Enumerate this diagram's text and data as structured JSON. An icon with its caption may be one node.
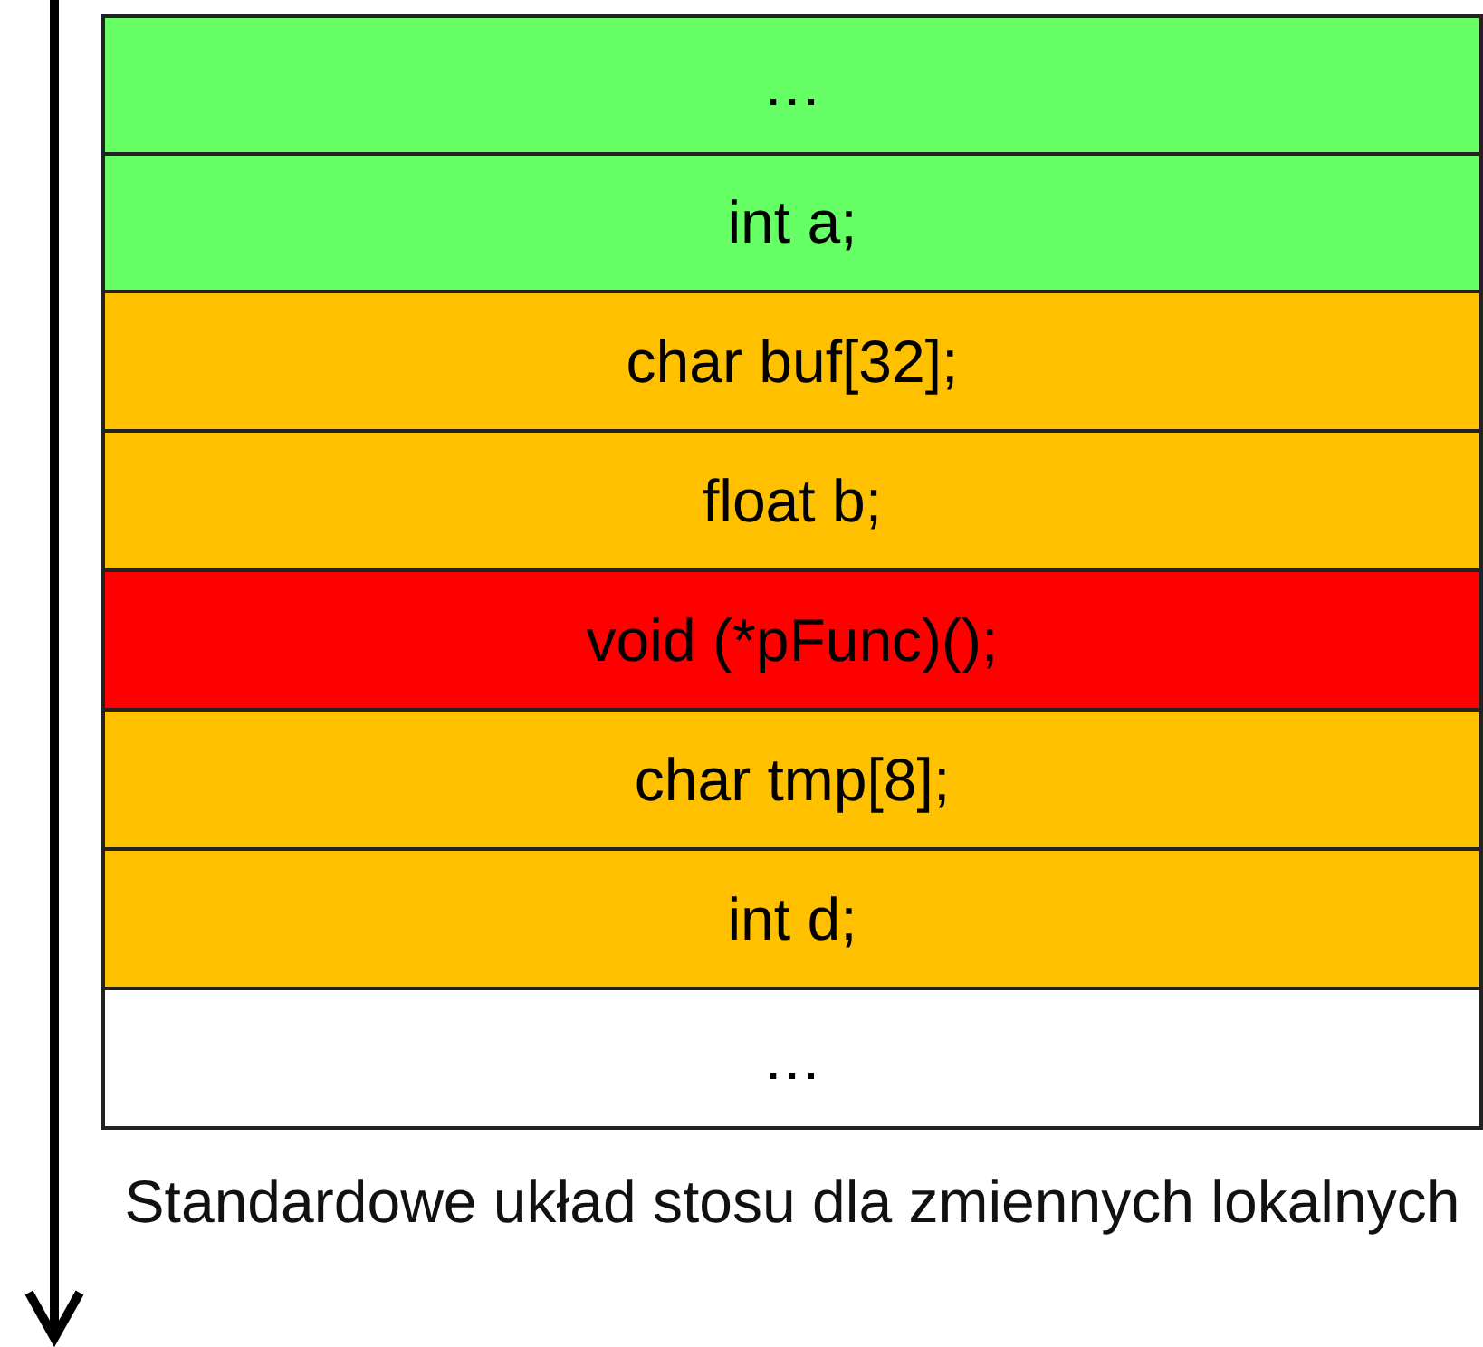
{
  "diagram": {
    "caption": "Standardowe układ stosu dla zmiennych lokalnych",
    "nodes": [
      {
        "text": [
          "…"
        ]
      },
      {
        "text": [
          "int a;"
        ]
      },
      {
        "text": [
          "char buf[32];"
        ]
      },
      {
        "text": [
          "float b;"
        ]
      },
      {
        "text": [
          "void (*pFunc)();"
        ]
      },
      {
        "text": [
          "char tmp[8];"
        ]
      },
      {
        "text": [
          "int d;"
        ]
      },
      {
        "text": [
          "…"
        ]
      }
    ]
  }
}
